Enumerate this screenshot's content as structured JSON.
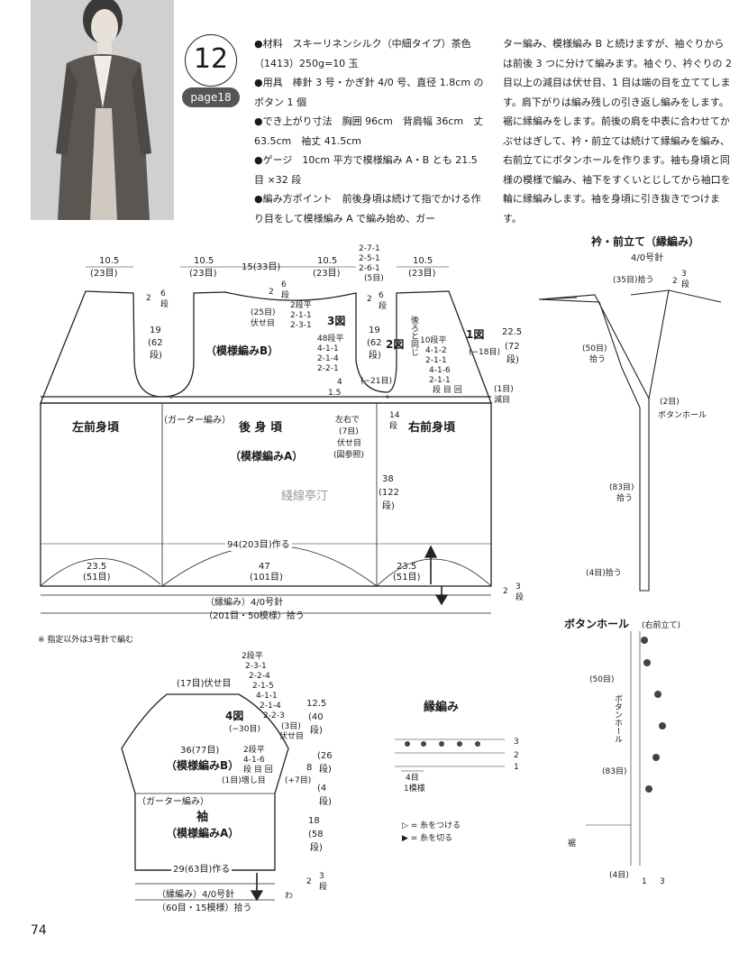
{
  "header": {
    "pattern_number": "12",
    "page_ref": "page18",
    "info_lines": [
      "●材料　スキーリネンシルク（中細タイプ）茶色（1413）250g=10 玉",
      "●用具　棒針 3 号・かぎ針 4/0 号、直径 1.8cm のボタン 1 個",
      "●でき上がり寸法　胸囲 96cm　背肩幅 36cm　丈 63.5cm　袖丈 41.5cm",
      "●ゲージ　10cm 平方で模様編み A・B とも 21.5 目 ×32 段",
      "●編み方ポイント　前後身頃は続けて指でかける作り目をして模様編み A で編み始め、ガー"
    ],
    "continuation": "ター編み、模様編み B と続けますが、袖ぐりからは前後 3 つに分けて編みます。袖ぐり、衿ぐりの 2 目以上の減目は伏せ目、1 目は端の目を立ててします。肩下がりは編み残しの引き返し編みをします。裾に縁編みをします。前後の肩を中表に合わせてかぶせはぎして、衿・前立ては続けて縁編みを編み、右前立てにボタンホールを作ります。袖も身頃と同様の模様で編み、袖下をすくいとじしてから袖口を輪に縁編みします。袖を身頃に引き抜きでつけます。"
  },
  "body_chart": {
    "top_dims": [
      "10.5",
      "(23目)",
      "10.5",
      "(23目)",
      "15(33目)",
      "10.5",
      "(23目)",
      "10.5",
      "(23目)"
    ],
    "center_dec": [
      "2-7-1",
      "2-5-1",
      "2-6-1",
      "(5目)"
    ],
    "labels": {
      "left_front": "左前身頃",
      "back": "後 身 頃",
      "right_front": "右前身頃",
      "pattern_b": "（模様編みB）",
      "pattern_a": "（模様編みA）",
      "garter": "（ガーター編み）",
      "fig1": "1図",
      "fig2": "2図",
      "fig3": "3図",
      "same_back": "後ろと同じ",
      "cast": "94(203目)作る",
      "note": "※ 指定以外は3号針で編む",
      "edge": "（縁編み）4/0号針",
      "pickup": "（201目・50模様）拾う"
    },
    "numbers": {
      "s6a": "6",
      "dan": "段",
      "s2a": "2",
      "s2b": "2",
      "s6b": "6",
      "s25": "(25目)",
      "fuseme": "伏せ目",
      "d1": "2段平",
      "d2": "2-1-1",
      "d3": "2-3-1",
      "h19a": "19",
      "h62a": "(62",
      "h62a_dan": "段)",
      "h19b": "19",
      "h62b": "(62",
      "h62b_dan": "段)",
      "e1": "48段平",
      "e2": "4-1-1",
      "e3": "2-1-4",
      "e4": "2-2-1",
      "f1": "10段平",
      "f2": "4-1-2",
      "f3": "2-1-1",
      "f4": "4-1-6",
      "f5": "2-1-1",
      "f6": "段 目 回",
      "h22": "22.5",
      "h72": "(72",
      "h72_dan": "段)",
      "m18": "(−18目)",
      "s15": "1.5",
      "s4": "4",
      "m21": "(−21目)",
      "one": "(1目)",
      "decr": "減目",
      "s14": "14",
      "s14_dan": "段",
      "lr1": "左右で",
      "lr2": "(7目)",
      "lr3": "伏せ目",
      "lr4": "(図参照)",
      "h38": "38",
      "h122": "(122",
      "h122_dan": "段)",
      "b1": "23.5",
      "b2": "(51目)",
      "b3": "47",
      "b4": "(101目)",
      "b5": "23.5",
      "b6": "(51目)",
      "s2c": "2",
      "s3": "3",
      "s3_dan": "段"
    }
  },
  "collar_chart": {
    "title": "衿・前立て（縁編み）",
    "needle": "4/0号針",
    "n1": "(35目)拾う",
    "n2": "2",
    "n3": "3",
    "n3_dan": "段",
    "n4": "(50目)",
    "n5": "拾う",
    "n6": "(2目)",
    "n7": "ボタンホール",
    "n8": "(83目)",
    "n9": "拾う",
    "n10": "(4目)拾う"
  },
  "buttonhole_chart": {
    "title": "ボタンホール",
    "sub": "(右前立て)",
    "n1": "(50目)",
    "n2": "ボタンホール",
    "n3": "(83目)",
    "n4": "裾",
    "n5": "(4目)",
    "n6": "1",
    "n7": "3"
  },
  "edge_chart": {
    "title": "縁編み",
    "n1": "4目",
    "n2": "1模様",
    "r3": "3",
    "r2": "2",
    "r1": "1",
    "legend1": "▷ = 糸をつける",
    "legend2": "▶ = 糸を切る"
  },
  "sleeve_chart": {
    "fig4": "4図",
    "title": "袖",
    "pattern_b": "（模様編みB）",
    "pattern_a": "（模様編みA）",
    "garter": "（ガーター編み）",
    "cast": "29(63目)作る",
    "edge": "（縁編み）4/0号針",
    "pickup": "（60目・15模様）拾う",
    "top": "(17目)伏せ目",
    "m30": "(−30目)",
    "w36": "36(77目)",
    "c1": "2段平",
    "c2": "2-3-1",
    "c3": "2-2-4",
    "c4": "2-1-5",
    "c5": "4-1-1",
    "c6": "2-1-4",
    "c7": "2-2-3",
    "c8": "(3目)",
    "c9": "伏せ目",
    "s1": "2段平",
    "s2": "4-1-6",
    "s3": "段 目 回",
    "s4": "(1目)増し目",
    "s5": "(+7目)",
    "h125": "12.5",
    "h40": "(40",
    "h40_dan": "段)",
    "h8": "8",
    "h26": "(26",
    "h26_dan": "段)",
    "h4": "(4",
    "h4_dan": "段)",
    "h18": "18",
    "h58": "(58",
    "h58_dan": "段)",
    "h2": "2",
    "h3": "3",
    "h3_dan": "段",
    "wa": "わ"
  },
  "watermark": "綫線亭汀",
  "footer": {
    "page_number": "74"
  }
}
